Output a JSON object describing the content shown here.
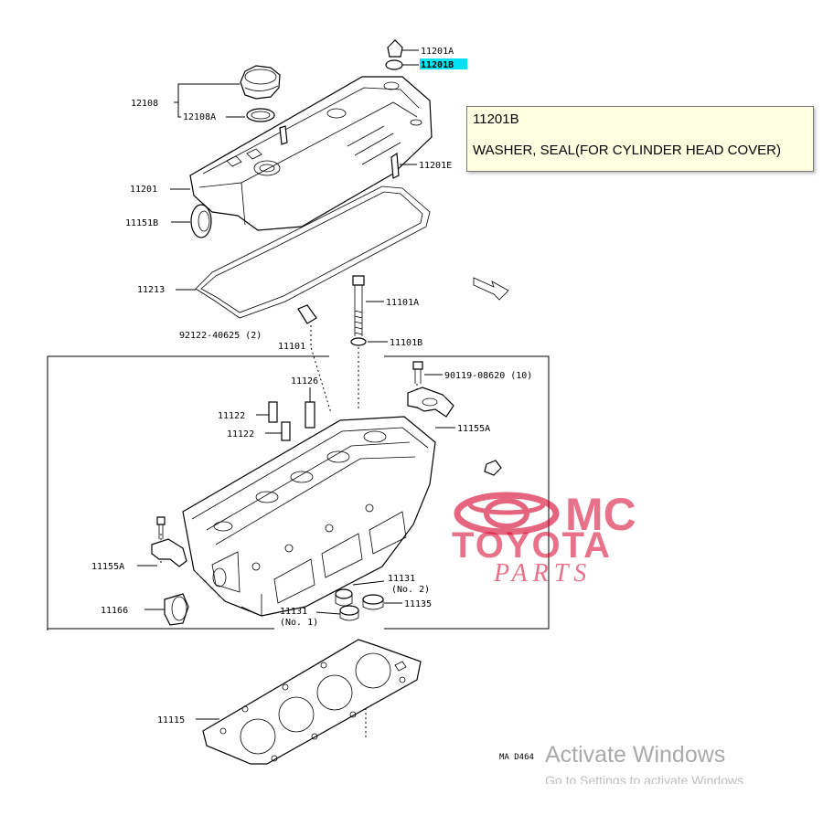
{
  "diagram": {
    "labels": {
      "p11201A": "11201A",
      "p11201B": "11201B",
      "p12108": "12108",
      "p12108A": "12108A",
      "p11201E": "11201E",
      "p11201": "11201",
      "p11151B": "11151B",
      "p11213": "11213",
      "p11101A": "11101A",
      "p92122": "92122-40625 (2)",
      "p11101": "11101",
      "p11101B": "11101B",
      "p90119": "90119-08620 (10)",
      "p11126": "11126",
      "p11122a": "11122",
      "p11122b": "11122",
      "p11155A_right": "11155A",
      "p11155A_left": "11155A",
      "p11166": "11166",
      "p11131_no2": "11131",
      "p11131_no2_sub": "(No. 2)",
      "p11135": "11135",
      "p11131_no1": "11131",
      "p11131_no1_sub": "(No. 1)",
      "p11115": "11115",
      "sheet_code": "MA D464"
    },
    "highlighted": "11201B"
  },
  "tooltip": {
    "code": "11201B",
    "description": "WASHER, SEAL(FOR CYLINDER HEAD COVER)"
  },
  "watermark": {
    "line1": "MC",
    "line2": "TOYOTA",
    "line3": "PARTS"
  },
  "os_overlay": {
    "title": "Activate Windows",
    "subtitle": "Go to Settings to activate Windows."
  },
  "colors": {
    "highlight": "#00e1f2",
    "tooltip_bg": "#ffffe1",
    "watermark": "#d6002a"
  }
}
